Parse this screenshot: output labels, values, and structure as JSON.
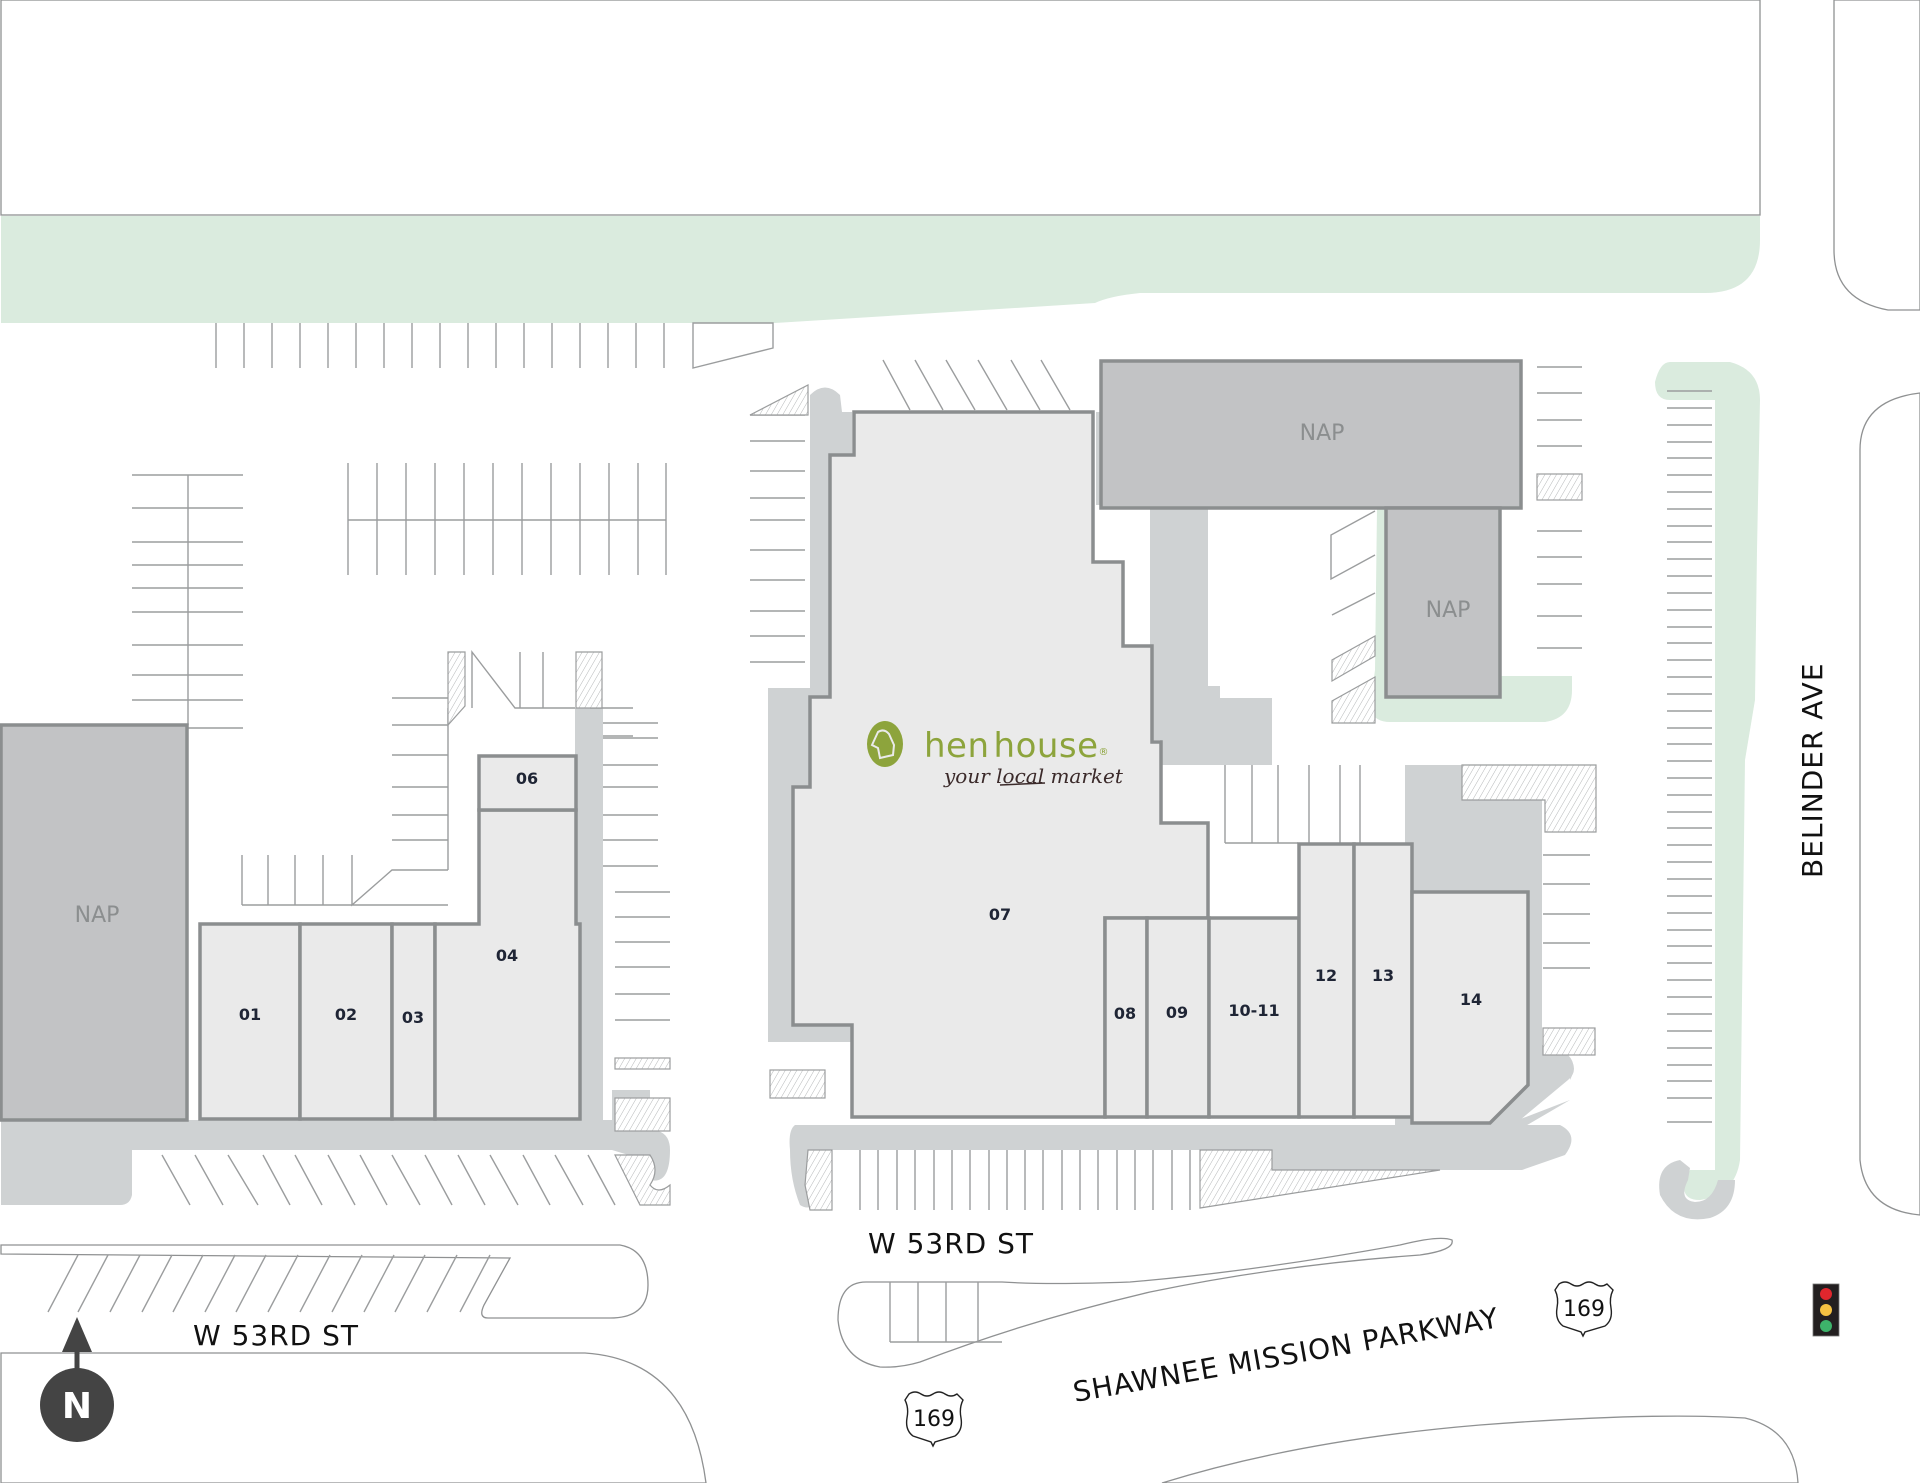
{
  "map": {
    "title": "Hen House Shopping Center Site Plan",
    "colors": {
      "landscape": "#daebde",
      "walkway": "#cfd2d3",
      "nap_building": "#c2c3c5",
      "suite_fill": "#eaeaea",
      "outline": "#8b8e8f",
      "brand_green": "#8da43c",
      "label_dark": "#1f2535"
    },
    "anchor": {
      "suite": "07",
      "brand_name_part1": "hen",
      "brand_name_part2": "house",
      "registered_mark": "®",
      "tagline_prefix": "your",
      "tagline_emphasis": "local",
      "tagline_suffix": "market"
    },
    "suites": [
      {
        "id": "01",
        "label": "01"
      },
      {
        "id": "02",
        "label": "02"
      },
      {
        "id": "03",
        "label": "03"
      },
      {
        "id": "04",
        "label": "04"
      },
      {
        "id": "06",
        "label": "06"
      },
      {
        "id": "07",
        "label": "07"
      },
      {
        "id": "08",
        "label": "08"
      },
      {
        "id": "09",
        "label": "09"
      },
      {
        "id": "10-11",
        "label": "10-11"
      },
      {
        "id": "12",
        "label": "12"
      },
      {
        "id": "13",
        "label": "13"
      },
      {
        "id": "14",
        "label": "14"
      }
    ],
    "nap_parcels": [
      {
        "id": "nap-west",
        "label": "NAP"
      },
      {
        "id": "nap-north-east",
        "label": "NAP"
      },
      {
        "id": "nap-east-small",
        "label": "NAP"
      }
    ],
    "streets": {
      "w53rd_center": "W 53RD ST",
      "w53rd_west": "W 53RD ST",
      "parkway": "SHAWNEE MISSION PARKWAY",
      "belinder": "BELINDER AVE"
    },
    "route_shields": [
      {
        "id": "shield-169-west",
        "number": "169"
      },
      {
        "id": "shield-169-east",
        "number": "169"
      }
    ],
    "compass": {
      "letter": "N"
    },
    "traffic_signal": {
      "red": "#e0262d",
      "yellow": "#f5c142",
      "green": "#3db36a",
      "housing": "#231f20"
    }
  }
}
